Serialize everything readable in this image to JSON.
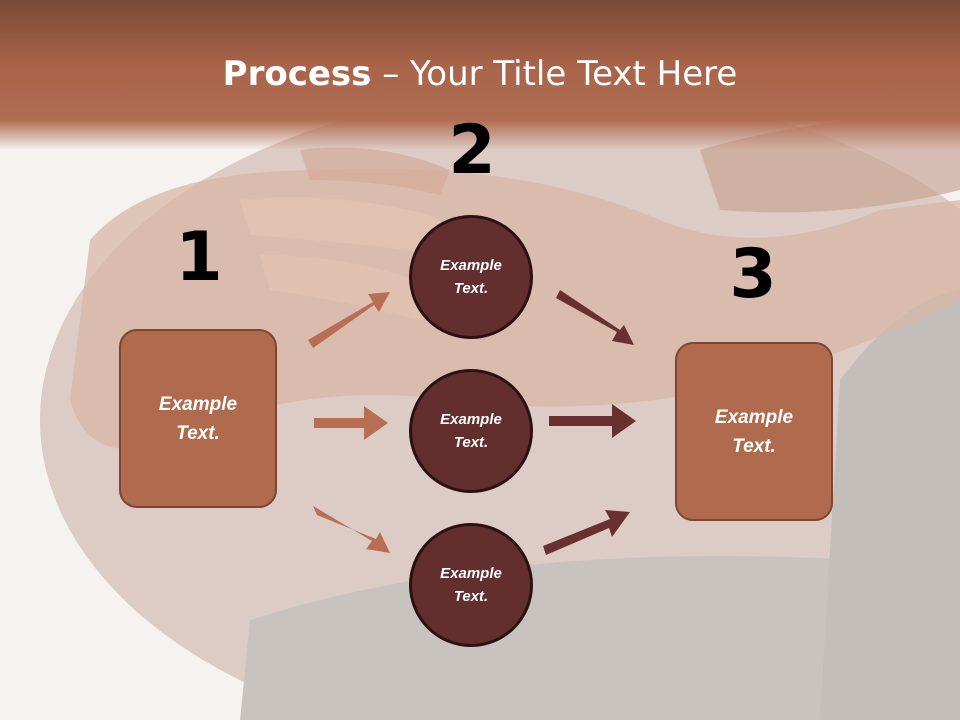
{
  "title": {
    "bold": "Process",
    "dash": " – ",
    "rest": "Your Title Text Here"
  },
  "steps": {
    "one": "1",
    "two": "2",
    "three": "3"
  },
  "left_box": {
    "line1": "Example",
    "line2": "Text."
  },
  "right_box": {
    "line1": "Example",
    "line2": "Text."
  },
  "circles": [
    {
      "line1": "Example",
      "line2": "Text."
    },
    {
      "line1": "Example",
      "line2": "Text."
    },
    {
      "line1": "Example",
      "line2": "Text."
    }
  ],
  "colors": {
    "title_band": "#a9644a",
    "box_fill": "#b06b4f",
    "circle_fill": "#632e2e",
    "arrow_light": "#b86e52",
    "arrow_dark": "#6a3030"
  }
}
